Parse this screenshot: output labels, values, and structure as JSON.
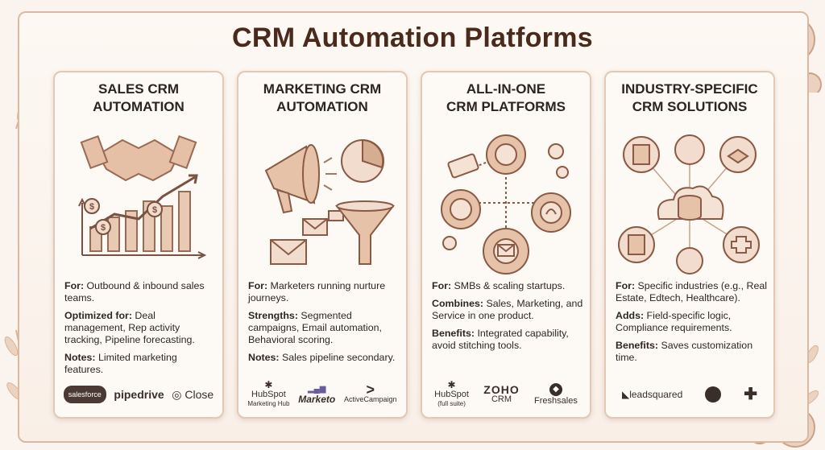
{
  "title": "CRM Automation Platforms",
  "colors": {
    "accent": "#c99a7a",
    "dark": "#4a2a1c",
    "card_border": "#e3c8b4"
  },
  "cards": [
    {
      "title_line1": "SALES CRM",
      "title_line2": "AUTOMATION",
      "illustration": "handshake-and-growth-chart",
      "sections": [
        {
          "label": "For:",
          "text": " Outbound & inbound sales teams."
        },
        {
          "label": "Optimized for:",
          "text": " Deal management, Rep activity tracking, Pipeline forecasting."
        },
        {
          "label": "Notes:",
          "text": " Limited marketing features."
        }
      ],
      "logos": [
        {
          "name": "salesforce",
          "sub": ""
        },
        {
          "name": "pipedrive",
          "sub": ""
        },
        {
          "name": "Close",
          "sub": ""
        }
      ]
    },
    {
      "title_line1": "MARKETING CRM",
      "title_line2": "AUTOMATION",
      "illustration": "megaphone-funnel-email",
      "sections": [
        {
          "label": "For:",
          "text": " Marketers running nurture journeys."
        },
        {
          "label": "Strengths:",
          "text": " Segmented campaigns, Email automation, Behavioral scoring."
        },
        {
          "label": "Notes:",
          "text": " Sales pipeline secondary."
        }
      ],
      "logos": [
        {
          "name": "HubSpot",
          "sub": "Marketing Hub"
        },
        {
          "name": "Marketo",
          "sub": ""
        },
        {
          "name": "ActiveCampaign",
          "sub": ""
        }
      ]
    },
    {
      "title_line1": "ALL-IN-ONE",
      "title_line2": "CRM PLATFORMS",
      "illustration": "connected-gears",
      "sections": [
        {
          "label": "For:",
          "text": " SMBs & scaling startups."
        },
        {
          "label": "Combines:",
          "text": " Sales, Marketing, and Service in one product."
        },
        {
          "label": "Benefits:",
          "text": " Integrated capability, avoid stitching tools."
        }
      ],
      "logos": [
        {
          "name": "HubSpot",
          "sub": "(full suite)"
        },
        {
          "name": "ZOHO",
          "sub": "CRM"
        },
        {
          "name": "Freshsales",
          "sub": ""
        }
      ]
    },
    {
      "title_line1": "INDUSTRY-SPECIFIC",
      "title_line2": "CRM SOLUTIONS",
      "illustration": "cloud-database-industries",
      "sections": [
        {
          "label": "For:",
          "text": " Specific industries (e.g., Real Estate, Edtech, Healthcare)."
        },
        {
          "label": "Adds:",
          "text": " Field-specific logic, Compliance requirements."
        },
        {
          "label": "Benefits:",
          "text": " Saves customization time."
        }
      ],
      "logos": [
        {
          "name": "leadsquared",
          "sub": ""
        },
        {
          "name": "",
          "sub": ""
        },
        {
          "name": "",
          "sub": ""
        }
      ]
    }
  ]
}
